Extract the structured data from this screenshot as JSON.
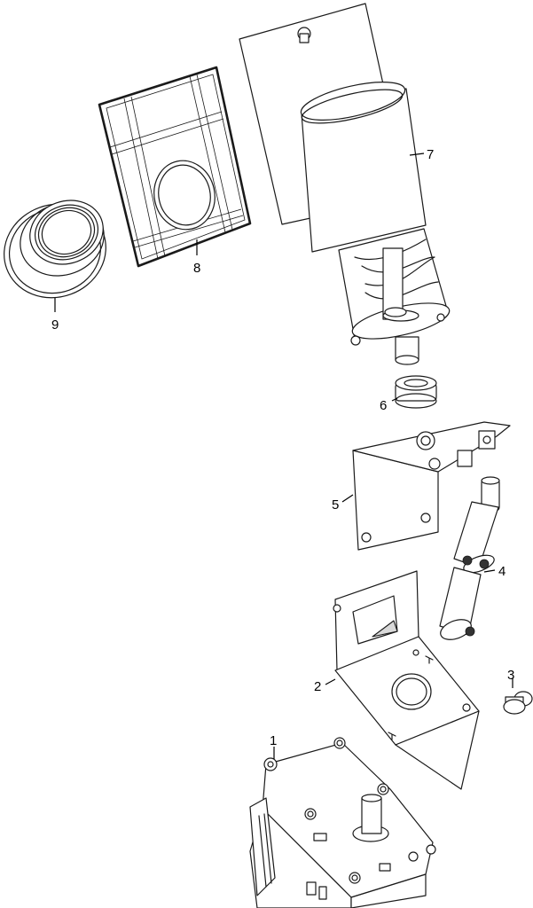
{
  "parts": [
    {
      "id": "part-1",
      "label": "1"
    },
    {
      "id": "part-2",
      "label": "2"
    },
    {
      "id": "part-3",
      "label": "3"
    },
    {
      "id": "part-4",
      "label": "4"
    },
    {
      "id": "part-5",
      "label": "5"
    },
    {
      "id": "part-6",
      "label": "6"
    },
    {
      "id": "part-7",
      "label": "7"
    },
    {
      "id": "part-8",
      "label": "8"
    },
    {
      "id": "part-9",
      "label": "9"
    }
  ],
  "colors": {
    "line": "#1a1a1a",
    "fill": "#ffffff",
    "shade": "#d9d9d9"
  }
}
